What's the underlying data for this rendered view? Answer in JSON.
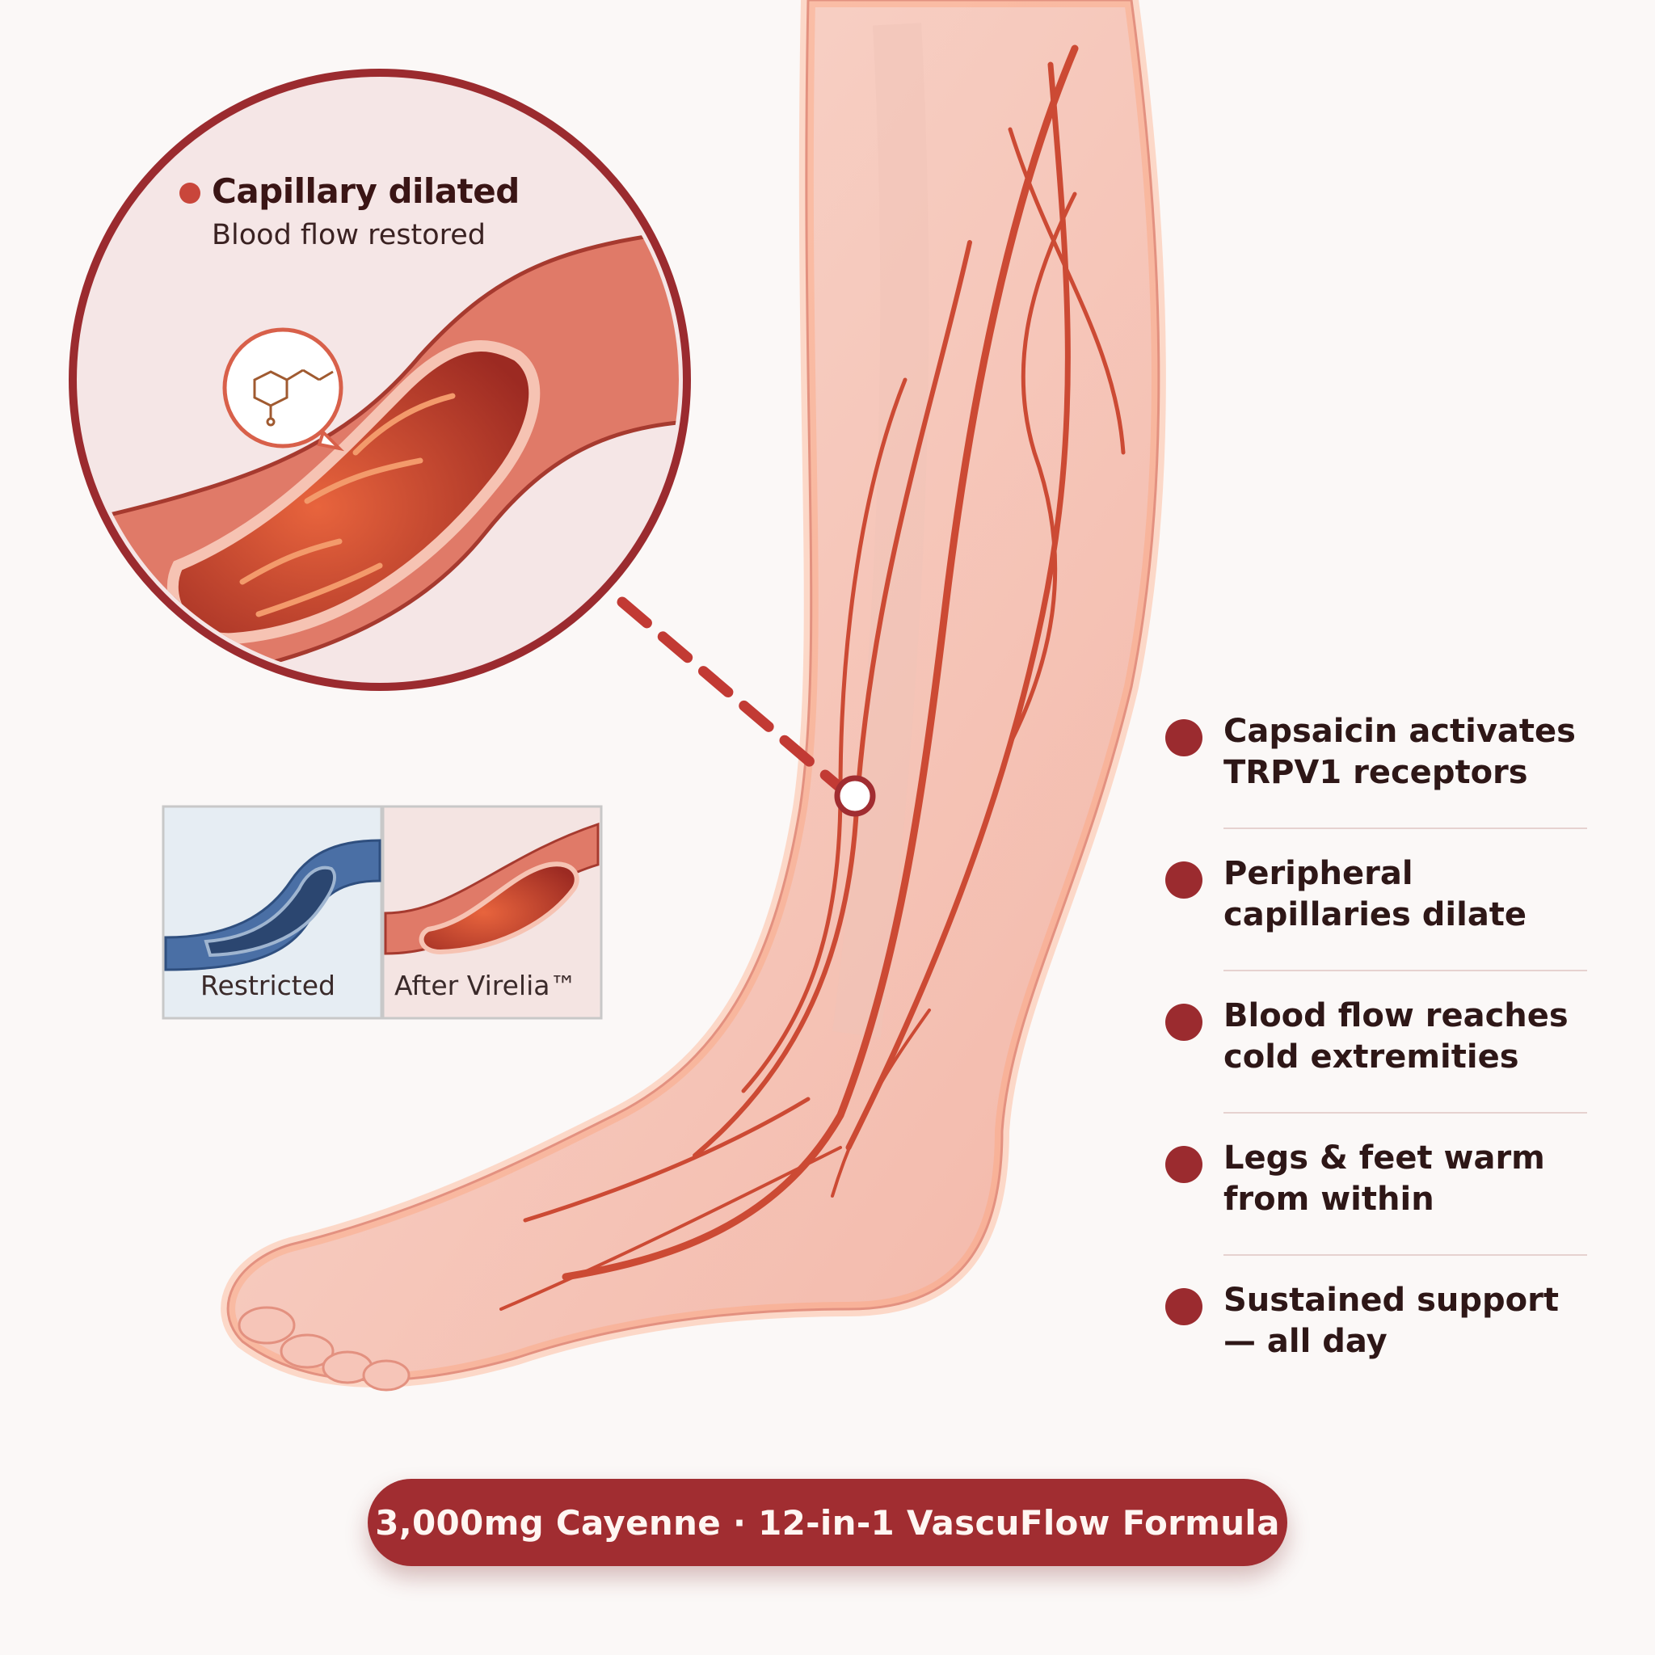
{
  "zoom_callout": {
    "title": "Capillary dilated",
    "subtitle": "Blood flow restored"
  },
  "comparison": {
    "before_label": "Restricted",
    "after_label": "After Virelia™"
  },
  "steps": [
    {
      "text": "Capsaicin activates TRPV1 receptors"
    },
    {
      "text": "Peripheral capillaries dilate"
    },
    {
      "text": "Blood flow reaches cold extremities"
    },
    {
      "text": "Legs & feet warm from within"
    },
    {
      "text": "Sustained support — all day"
    }
  ],
  "footer_badge": "3,000mg Cayenne · 12-in-1 VascuFlow Formula",
  "colors": {
    "accent": "#a12d31",
    "vessel": "#d8604a",
    "restricted_vessel": "#4a6fa5",
    "background": "#fbf8f7"
  }
}
